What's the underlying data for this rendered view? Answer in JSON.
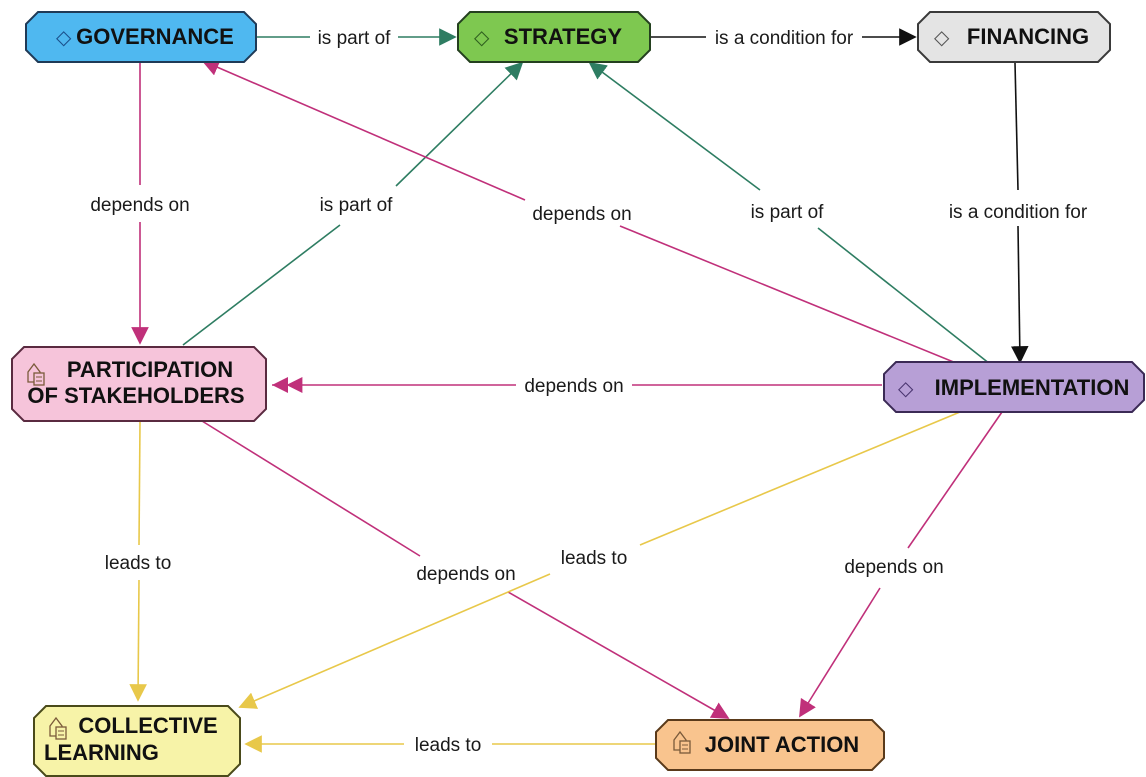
{
  "colors": {
    "governance": "#4fb8f0",
    "strategy": "#7ec850",
    "financing": "#e4e4e4",
    "implementation": "#b79fd6",
    "participation": "#f6c4da",
    "collective": "#f7f3a8",
    "joint": "#f9c48e",
    "edge_pink": "#c0307a",
    "edge_green": "#2e7d62",
    "edge_black": "#111111",
    "edge_yellow": "#e8c84a"
  },
  "nodes": {
    "governance": {
      "icon": "◇",
      "line1": "GOVERNANCE"
    },
    "strategy": {
      "icon": "◇",
      "line1": "STRATEGY"
    },
    "financing": {
      "icon": "◇",
      "line1": "FINANCING"
    },
    "implementation": {
      "icon": "◇",
      "line1": "IMPLEMENTATION"
    },
    "participation": {
      "icon": "document-node-icon",
      "line1": "PARTICIPATION",
      "line2": "OF STAKEHOLDERS"
    },
    "collective": {
      "icon": "document-node-icon",
      "line1": "COLLECTIVE",
      "line2": "LEARNING"
    },
    "joint": {
      "icon": "document-node-icon",
      "line1": "JOINT ACTION"
    }
  },
  "edges": {
    "gov_strategy": "is part of",
    "strategy_financing": "is a condition for",
    "gov_participation": "depends on",
    "participation_strategy": "is part of",
    "impl_governance": "depends on",
    "impl_strategy": "is part of",
    "financing_impl": "is a condition for",
    "impl_participation": "depends on",
    "participation_collective": "leads to",
    "participation_joint": "depends on",
    "impl_collective": "leads to",
    "impl_joint": "depends on",
    "joint_collective": "leads to"
  }
}
